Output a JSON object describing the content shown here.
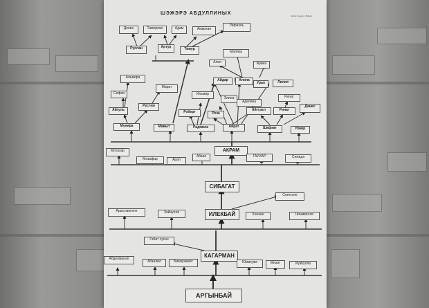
{
  "title": "ШЭЖЭРЭ   АБДУЛЛИНЫХ",
  "note": "Автор проекта: Фирая",
  "nodes": {
    "denis": "Денис",
    "tamerlan": "Тамерлан",
    "adam": "Адам",
    "amirhan": "Амирхан",
    "rafael": "Рафаэль",
    "ruslan": "Руслан",
    "artur": "Артур",
    "timur": "Тимур",
    "malika": "Малика",
    "alina": "Алия",
    "arina": "Арина",
    "aydar": "Айдар",
    "aliya": "Алина",
    "ural": "Урал",
    "liliya": "Лилия",
    "alsu": "Альмира",
    "marat": "Марат",
    "sofiya": "София",
    "aygul": "Айгуль",
    "rustem": "Рустем",
    "ilmir": "Ильмир",
    "elina": "Элина",
    "adelina": "Аделина",
    "rinat2": "Ринат",
    "robert": "Роберт",
    "roza": "Роза",
    "ayguzel": "Айгүзел",
    "rinat": "Ринат",
    "danis": "Данис",
    "munira": "Мүнира",
    "mavat": "Мавыт",
    "radmila": "Радмила",
    "ayrat": "Айрат",
    "shafkat": "Шафкат",
    "yunir": "Юнир",
    "akram": "АКРАМ",
    "motahar": "Мотахар",
    "mozafar": "Мозафар",
    "aral": "Арал",
    "abzal": "Абзал",
    "gauhar": "ГАУХАР",
    "sazhida": "Сәжидә",
    "sibagat": "СИБАГАТ",
    "ilekbay": "ИЛЕКБАЙ",
    "saetgale": "Сәетгәле",
    "arslangale": "Арысланғәле",
    "zaynulla": "Зәйнулла",
    "huseyen": "Хөсәен",
    "shakimgale": "Шәкимғәле",
    "gabit": "Габит сусэн",
    "abdelmanap": "Абделманап",
    "abzalil": "Абзалил",
    "bikmuhamet": "Бикмухамет",
    "kagarman": "КАГАРМАН",
    "yumaguzha": "Юмагужа",
    "mizat": "Мизат",
    "yuzhulla": "Йүзһулла",
    "argynbay": "АРГЫНБАЙ"
  }
}
